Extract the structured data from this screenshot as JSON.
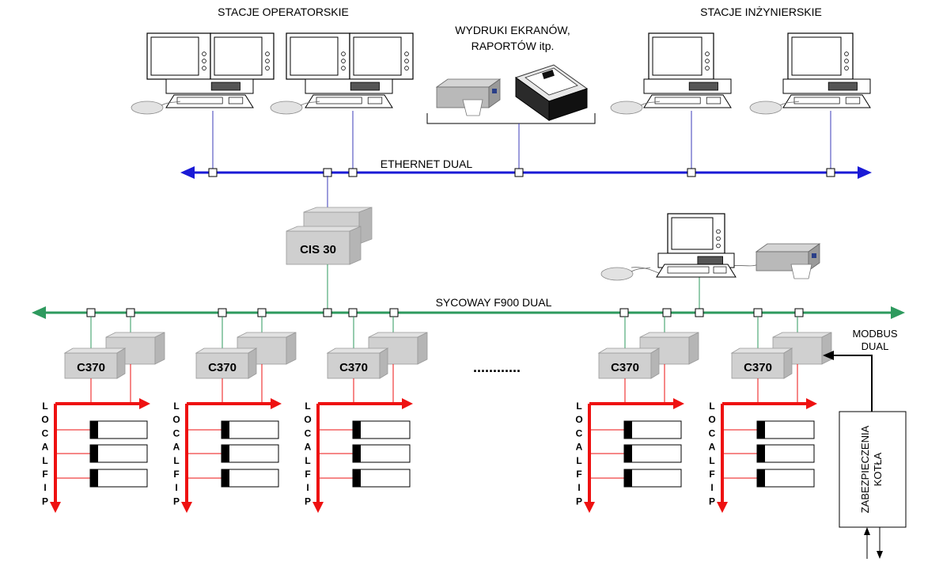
{
  "labels": {
    "operator_stations": "STACJE OPERATORSKIE",
    "printouts_line1": "WYDRUKI EKRANÓW,",
    "printouts_line2": "RAPORTÓW itp.",
    "engineering_stations": "STACJE INŻYNIERSKIE",
    "ethernet": "ETHERNET DUAL",
    "sycoway": "SYCOWAY  F900 DUAL",
    "cis": "CIS 30",
    "ellipsis": "............",
    "modbus_line1": "MODBUS",
    "modbus_line2": "DUAL",
    "boiler_protection_line1": "ZABEZPIECZENIA",
    "boiler_protection_line2": "KOTŁA"
  },
  "controllers": [
    {
      "label": "C370"
    },
    {
      "label": "C370"
    },
    {
      "label": "C370"
    },
    {
      "label": "C370"
    },
    {
      "label": "C370"
    }
  ],
  "localfip_letters": [
    "L",
    "O",
    "C",
    "A",
    "L",
    "F",
    "I",
    "P"
  ],
  "colors": {
    "ethernet": "#1a1ad6",
    "sycoway": "#2e9a5e",
    "localfip": "#ee1111",
    "link": "#3b3bb8",
    "device_box": "#c8c8c8"
  }
}
